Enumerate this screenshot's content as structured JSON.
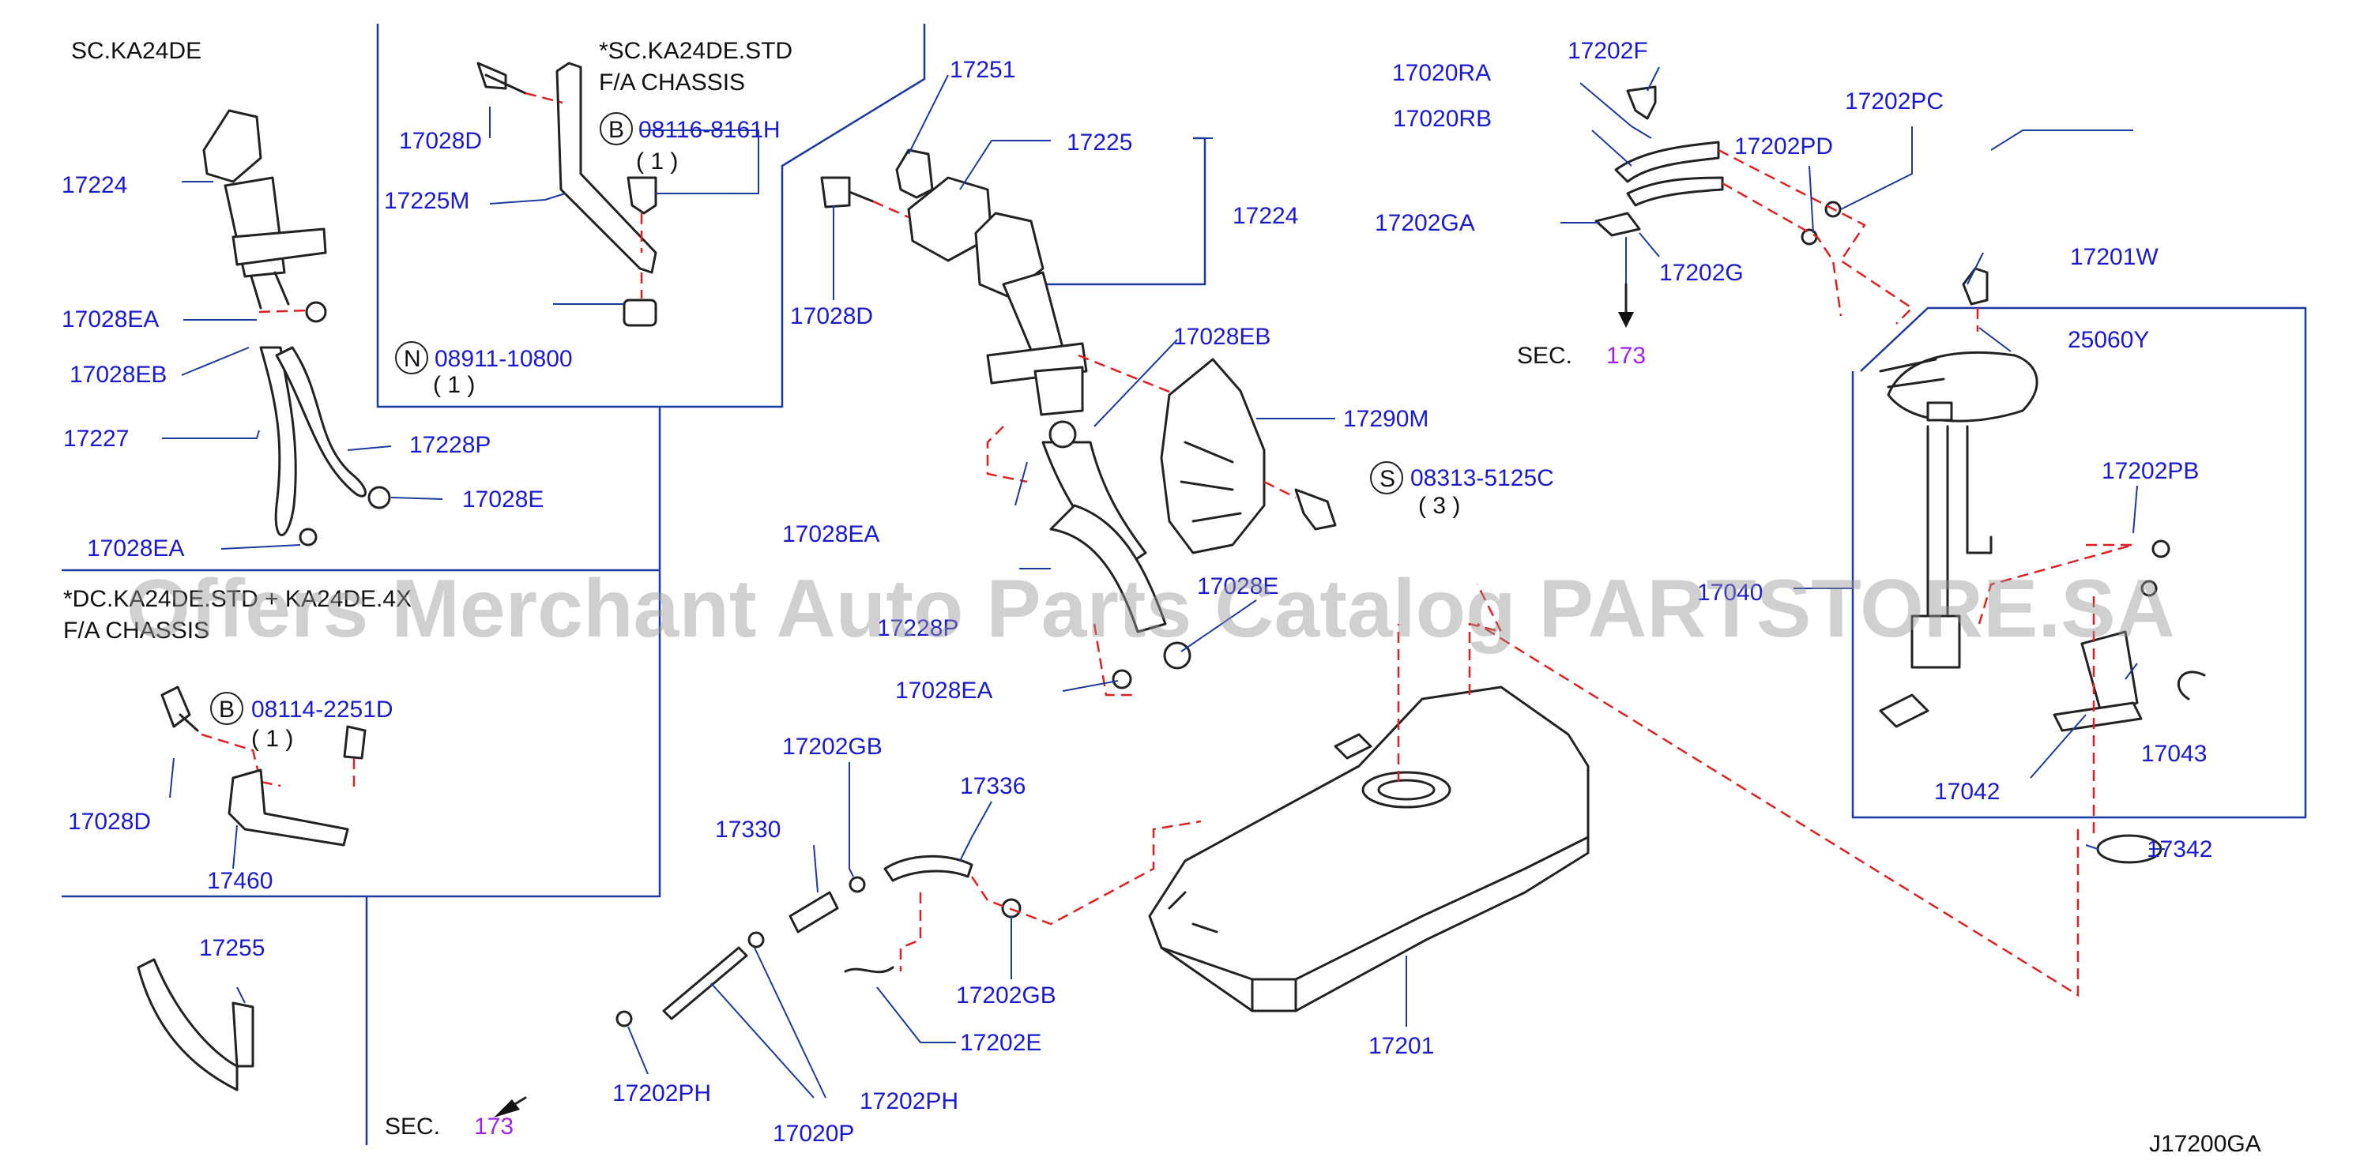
{
  "variant_labels": {
    "engine": "SC.KA24DE",
    "std_variant": "*SC.KA24DE.STD",
    "chassis": "F/A   CHASSIS",
    "dc_variant": "*DC.KA24DE.STD + KA24DE.4X",
    "chassis2": "F/A   CHASSIS"
  },
  "section_refs": [
    {
      "prefix": "SEC.",
      "number": "173"
    },
    {
      "prefix": "SEC.",
      "number": "173"
    }
  ],
  "fastener_codes": [
    {
      "symbol": "B",
      "code": "08116-8161H",
      "qty": "( 1 )"
    },
    {
      "symbol": "N",
      "code": "08911-10800",
      "qty": "( 1 )"
    },
    {
      "symbol": "S",
      "code": "08313-5125C",
      "qty": "( 3 )"
    },
    {
      "symbol": "B",
      "code": "08114-2251D",
      "qty": "( 1 )"
    }
  ],
  "part_labels": [
    "17224",
    "17028EA",
    "17028EB",
    "17227",
    "17228P",
    "17028E",
    "17028EA",
    "17028D",
    "17225M",
    "17028D",
    "17251",
    "17225",
    "17224",
    "17028EB",
    "17290M",
    "17028EA",
    "17228P",
    "17028E",
    "17028EA",
    "17020RA",
    "17020RB",
    "17202F",
    "17202PC",
    "17202PD",
    "17202GA",
    "17202G",
    "17201W",
    "25060Y",
    "17202PB",
    "17040",
    "17043",
    "17042",
    "17342",
    "17028D",
    "17460",
    "17255",
    "17202GB",
    "17336",
    "17330",
    "17202GB",
    "17202E",
    "17202PH",
    "17202PH",
    "17020P",
    "17201"
  ],
  "diagram_id": "J17200GA",
  "watermark": "Offers Merchant Auto Parts Catalog PARTSTORE.SA"
}
